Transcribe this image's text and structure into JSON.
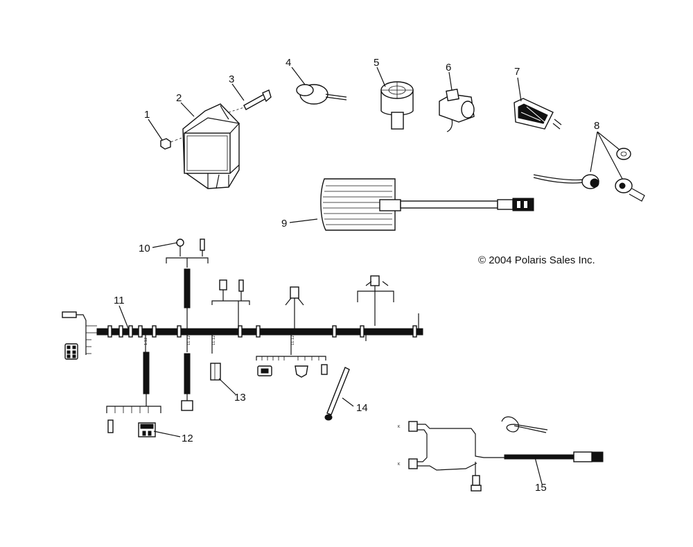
{
  "copyright": "© 2004 Polaris Sales Inc.",
  "callouts": {
    "c1": "1",
    "c2": "2",
    "c3": "3",
    "c4": "4",
    "c5": "5",
    "c6": "6",
    "c7": "7",
    "c8": "8",
    "c9": "9",
    "c10": "10",
    "c11": "11",
    "c12": "12",
    "c13": "13",
    "c14": "14",
    "c15": "15"
  }
}
